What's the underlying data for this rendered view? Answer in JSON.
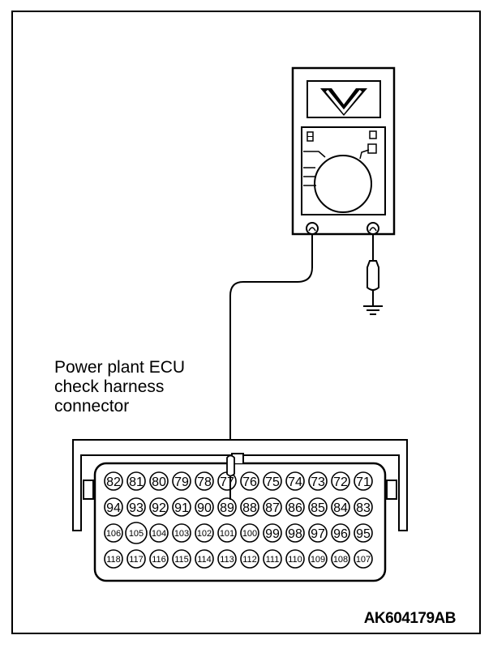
{
  "meter": {
    "display_symbol": "V"
  },
  "connector": {
    "label_lines": [
      "Power plant ECU",
      "check harness",
      "connector"
    ],
    "rows": [
      [
        "82",
        "81",
        "80",
        "79",
        "78",
        "77",
        "76",
        "75",
        "74",
        "73",
        "72",
        "71"
      ],
      [
        "94",
        "93",
        "92",
        "91",
        "90",
        "89",
        "88",
        "87",
        "86",
        "85",
        "84",
        "83"
      ],
      [
        "106",
        "105",
        "104",
        "103",
        "102",
        "101",
        "100",
        "99",
        "98",
        "97",
        "96",
        "95"
      ],
      [
        "118",
        "117",
        "116",
        "115",
        "114",
        "113",
        "112",
        "111",
        "110",
        "109",
        "108",
        "107"
      ]
    ],
    "probed_terminal": "89"
  },
  "figure_code": "AK604179AB"
}
